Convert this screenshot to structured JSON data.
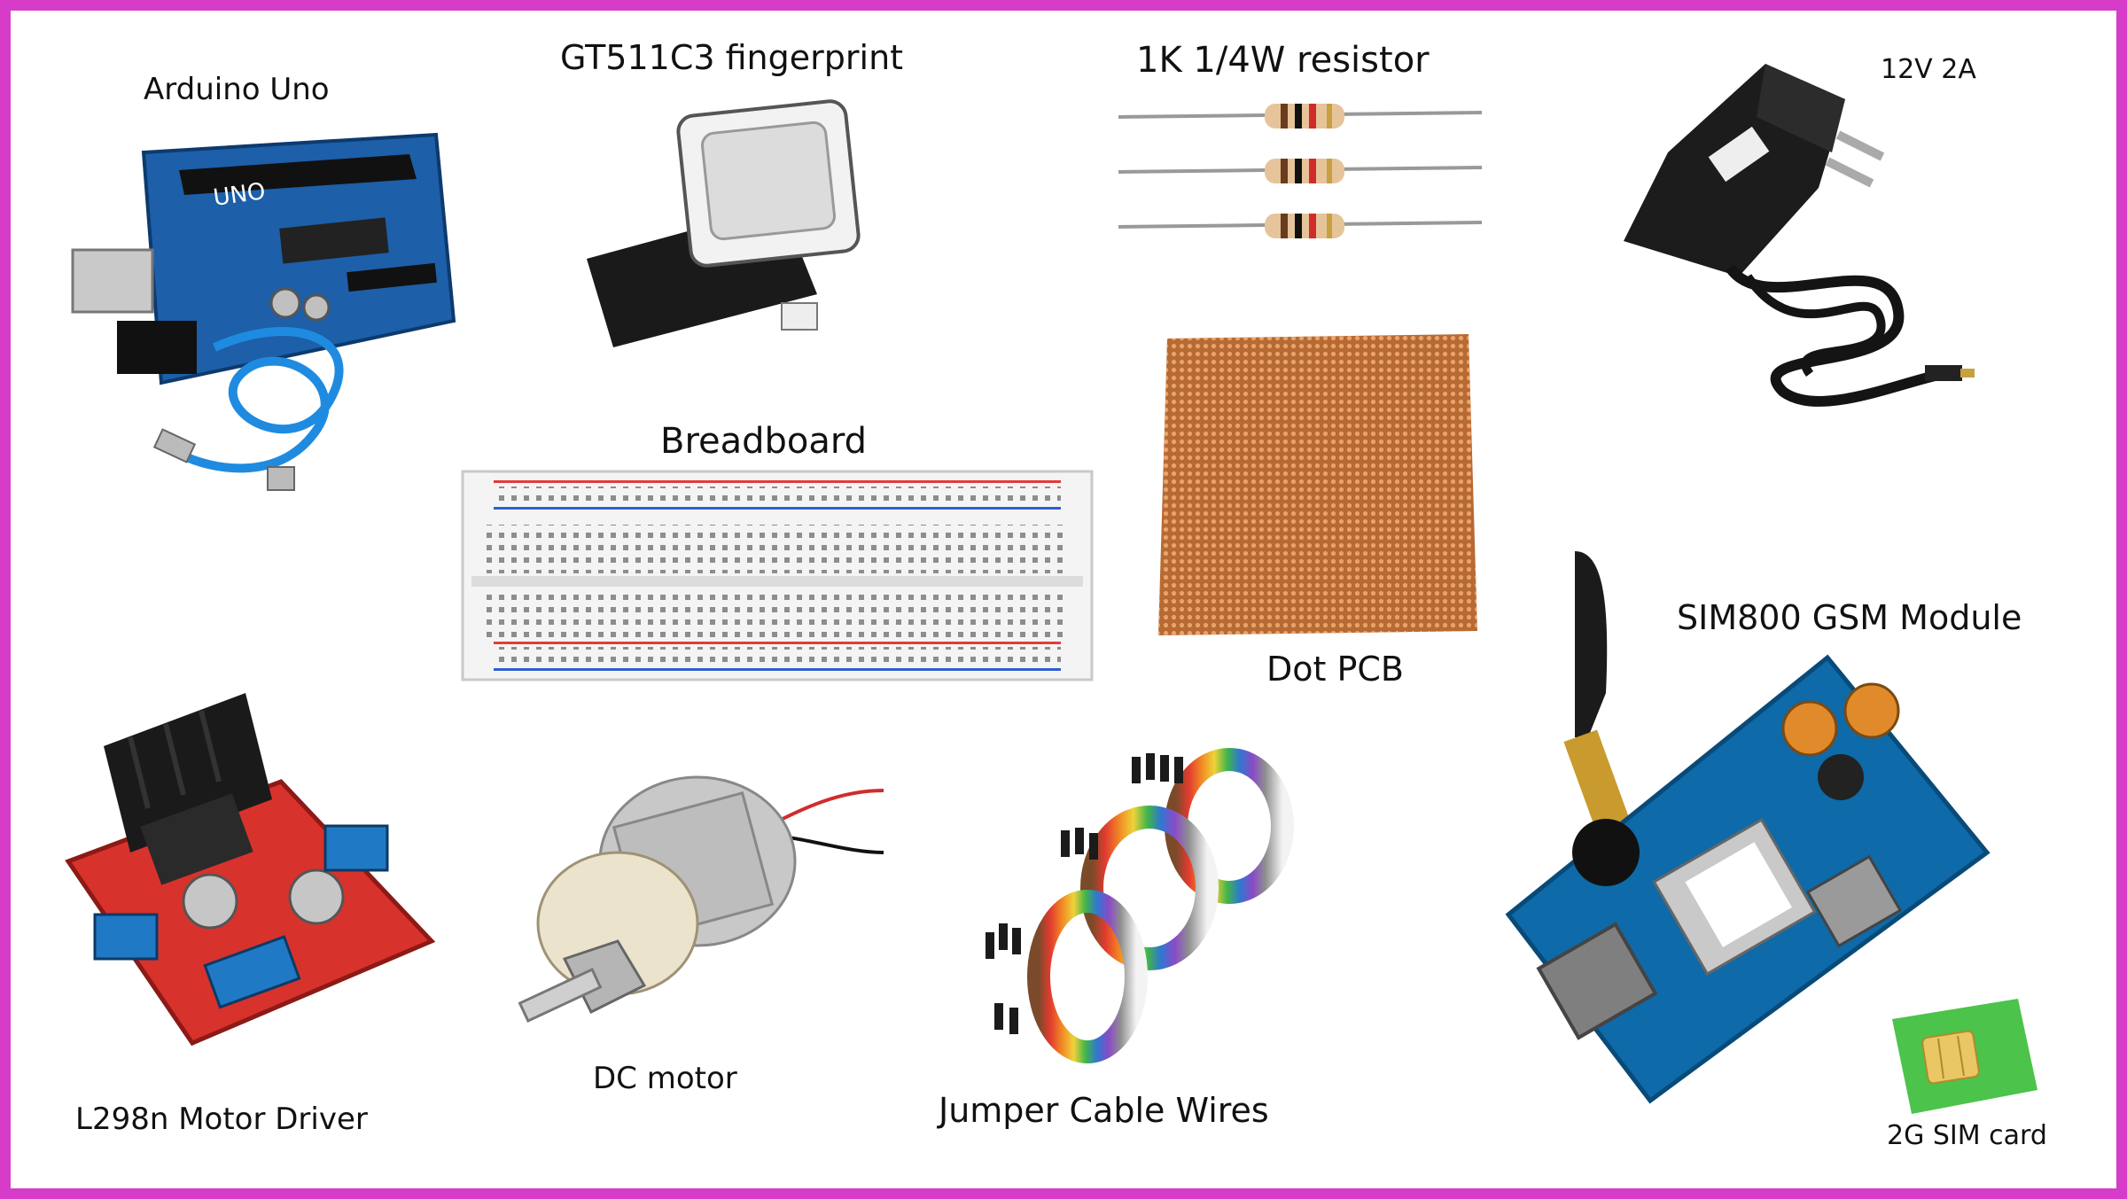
{
  "components": {
    "arduino_uno": {
      "label": "Arduino Uno",
      "icon": "arduino-uno-board-icon"
    },
    "fingerprint": {
      "label": "GT511C3 fingerprint",
      "icon": "fingerprint-sensor-icon"
    },
    "resistor": {
      "label": "1K 1/4W resistor",
      "icon": "resistor-icon"
    },
    "adapter": {
      "label": "12V 2A",
      "icon": "power-adapter-icon"
    },
    "breadboard": {
      "label": "Breadboard",
      "icon": "breadboard-icon"
    },
    "dot_pcb": {
      "label": "Dot PCB",
      "icon": "dot-pcb-icon"
    },
    "gsm": {
      "label": "SIM800 GSM Module",
      "icon": "gsm-module-icon"
    },
    "motor_driver": {
      "label": "L298n Motor Driver",
      "icon": "motor-driver-icon"
    },
    "dc_motor": {
      "label": "DC motor",
      "icon": "dc-motor-icon"
    },
    "jumpers": {
      "label": "Jumper Cable Wires",
      "icon": "jumper-wires-icon"
    },
    "sim_card": {
      "label": "2G SIM card",
      "icon": "sim-card-icon"
    }
  },
  "colors": {
    "frame_border": "#d63cc8",
    "arduino_blue": "#1d5fa8",
    "pcb_copper": "#c97a3f",
    "driver_red": "#d8322c",
    "gsm_blue": "#0e6aa8",
    "sim_green": "#4cc34a"
  }
}
